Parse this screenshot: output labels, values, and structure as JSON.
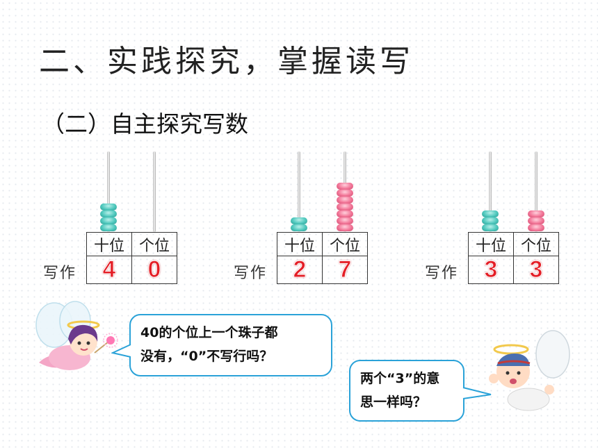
{
  "title": "二、实践探究，掌握读写",
  "subtitle": "（二）自主探究写数",
  "place_headers": {
    "tens": "十位",
    "ones": "个位"
  },
  "write_label": "写作",
  "examples": [
    {
      "tens_digit": "4",
      "ones_digit": "0",
      "tens_beads": 4,
      "ones_beads": 0
    },
    {
      "tens_digit": "2",
      "ones_digit": "7",
      "tens_beads": 2,
      "ones_beads": 7
    },
    {
      "tens_digit": "3",
      "ones_digit": "3",
      "tens_beads": 3,
      "ones_beads": 3
    }
  ],
  "bead_colors": {
    "tens": "#4fc8bd",
    "ones": "#f27698"
  },
  "bubble_left": {
    "line1": "40的个位上一个珠子都",
    "line2": "没有，“0”不写行吗？"
  },
  "bubble_right": {
    "line1": "两个“3”的意",
    "line2": "思一样吗？"
  },
  "colors": {
    "digit": "#e41e26",
    "bubble_border": "#2aa2d8"
  }
}
